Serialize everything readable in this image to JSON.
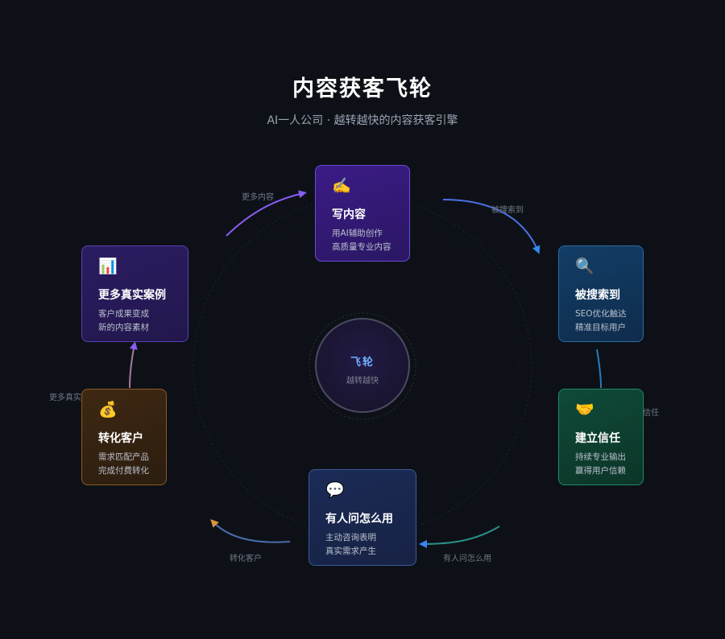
{
  "header": {
    "title": "内容获客飞轮",
    "subtitle": "AI一人公司 · 越转越快的内容获客引擎"
  },
  "hub": {
    "title": "飞轮",
    "subtitle": "越转越快"
  },
  "nodes": [
    {
      "id": "write",
      "icon": "✍️",
      "icon_name": "writing-hand-icon",
      "title": "写内容",
      "lines": [
        "用AI辅助创作",
        "高质量专业内容"
      ],
      "color": "#6b4bd6"
    },
    {
      "id": "search",
      "icon": "🔍",
      "icon_name": "magnifier-icon",
      "title": "被搜索到",
      "lines": [
        "SEO优化触达",
        "精准目标用户"
      ],
      "color": "#2c6aa3"
    },
    {
      "id": "trust",
      "icon": "🤝",
      "icon_name": "handshake-icon",
      "title": "建立信任",
      "lines": [
        "持续专业输出",
        "赢得用户信赖"
      ],
      "color": "#1f8b64"
    },
    {
      "id": "ask",
      "icon": "💬",
      "icon_name": "speech-bubble-icon",
      "title": "有人问怎么用",
      "lines": [
        "主动咨询表明",
        "真实需求产生"
      ],
      "color": "#3a5a9c"
    },
    {
      "id": "convert",
      "icon": "💰",
      "icon_name": "money-bag-icon",
      "title": "转化客户",
      "lines": [
        "需求匹配产品",
        "完成付费转化"
      ],
      "color": "#8c5a22"
    },
    {
      "id": "cases",
      "icon": "📊",
      "icon_name": "bar-chart-icon",
      "title": "更多真实案例",
      "lines": [
        "客户成果变成",
        "新的内容素材"
      ],
      "color": "#5a3fb4"
    }
  ],
  "arrows": [
    {
      "label": "被搜索到"
    },
    {
      "label": "建立信任"
    },
    {
      "label": "有人问怎么用"
    },
    {
      "label": "转化客户"
    },
    {
      "label": "更多真实案例"
    },
    {
      "label": "更多内容"
    }
  ]
}
